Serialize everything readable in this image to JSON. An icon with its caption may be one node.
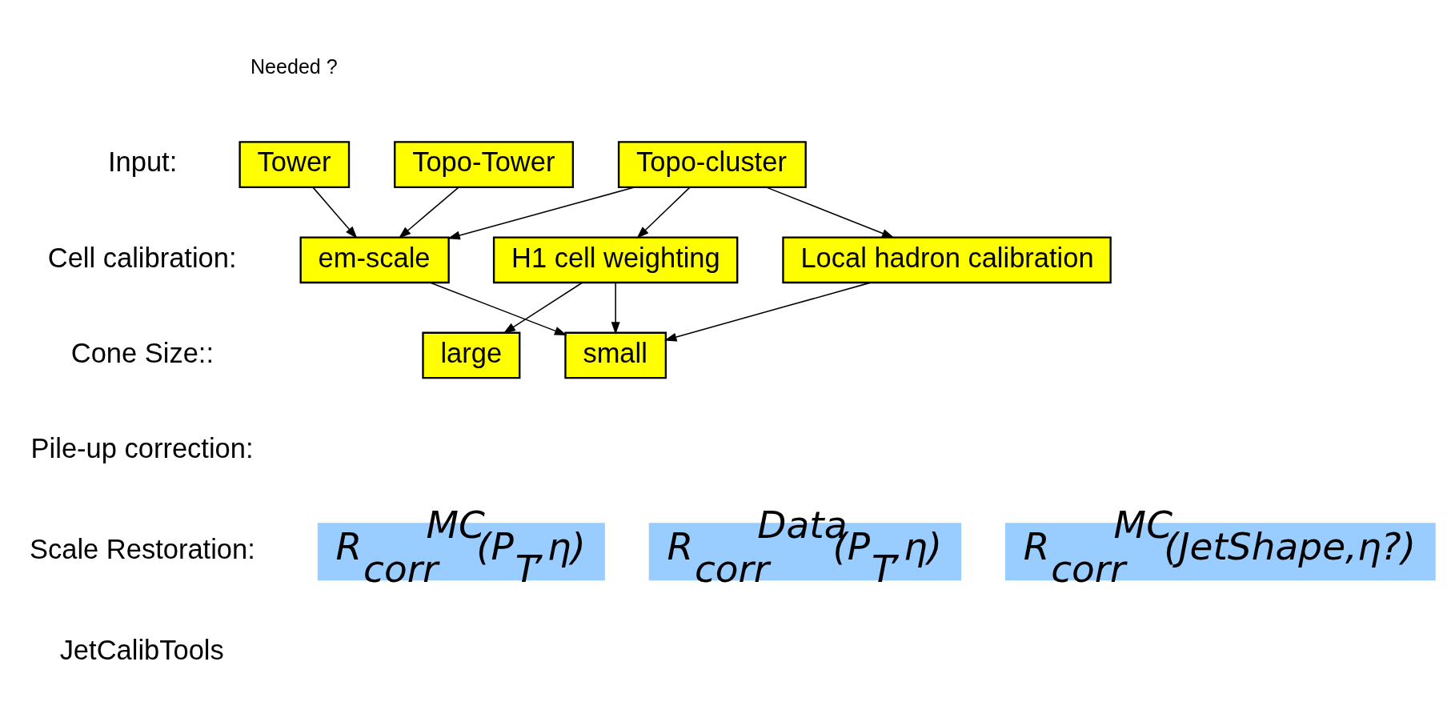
{
  "diagram": {
    "nodes": [
      {
        "text": [
          "Tower"
        ],
        "beside": [
          "Needed ?"
        ]
      },
      {
        "text": [
          "Topo-Tower"
        ]
      },
      {
        "text": [
          "Topo-cluster"
        ]
      },
      {
        "text": [
          "em-scale"
        ]
      },
      {
        "text": [
          "H1 cell weighting"
        ]
      },
      {
        "text": [
          "Local hadron calibration"
        ]
      },
      {
        "text": [
          "large"
        ]
      },
      {
        "text": [
          "small"
        ]
      },
      {
        "text": [
          "R$_{corr}$$^{MC}$(P$_{T}$,η)"
        ]
      },
      {
        "text": [
          "R$_{corr}$$^{Data}$(P$_{T}$,η)"
        ]
      },
      {
        "text": [
          "R$_{corr}$$^{MC}$(JetShape,η?)"
        ]
      }
    ],
    "edges": [
      {
        "from": 0,
        "to": 3,
        "arrow": "to"
      },
      {
        "from": 1,
        "to": 3,
        "arrow": "to"
      },
      {
        "from": 2,
        "to": 3,
        "arrow": "to"
      },
      {
        "from": 2,
        "to": 4,
        "arrow": "to"
      },
      {
        "from": 2,
        "to": 5,
        "arrow": "to"
      },
      {
        "from": 3,
        "to": 7,
        "arrow": "to"
      },
      {
        "from": 4,
        "to": 6,
        "arrow": "to"
      },
      {
        "from": 4,
        "to": 7,
        "arrow": "to"
      },
      {
        "from": 5,
        "to": 7,
        "arrow": "to"
      }
    ],
    "labels": [
      "Input:",
      "Cell calibration:",
      "Cone Size::",
      "Pile-up correction:",
      "Scale Restoration:",
      "JetCalibTools"
    ]
  }
}
